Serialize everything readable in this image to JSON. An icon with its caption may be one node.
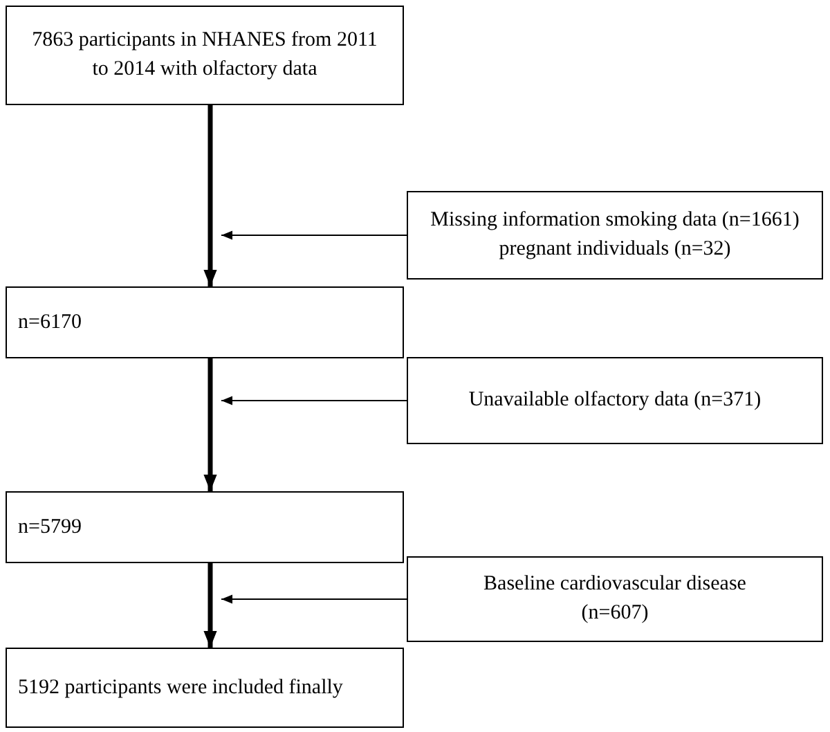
{
  "diagram": {
    "nodes": [
      {
        "text": [
          "7863 participants in NHANES from 2011 to 2014 with olfactory data"
        ]
      },
      {
        "text": [
          "Missing information smoking data (n=1661) pregnant individuals (n=32)"
        ]
      },
      {
        "text": [
          "n=6170"
        ]
      },
      {
        "text": [
          "Unavailable olfactory data (n=371)"
        ]
      },
      {
        "text": [
          "n=5799"
        ]
      },
      {
        "text": [
          "Baseline cardiovascular disease (n=607)"
        ]
      },
      {
        "text": [
          "5192 participants were included finally"
        ]
      }
    ],
    "edges": [
      {
        "from": 0,
        "to": 2,
        "arrow": "to",
        "style": "thick"
      },
      {
        "from": 1,
        "to": null,
        "arrow": "to"
      },
      {
        "from": 2,
        "to": 4,
        "arrow": "to",
        "style": "thick"
      },
      {
        "from": 3,
        "to": null,
        "arrow": "to"
      },
      {
        "from": 4,
        "to": 6,
        "arrow": "to",
        "style": "thick"
      },
      {
        "from": 5,
        "to": null,
        "arrow": "to"
      }
    ]
  }
}
